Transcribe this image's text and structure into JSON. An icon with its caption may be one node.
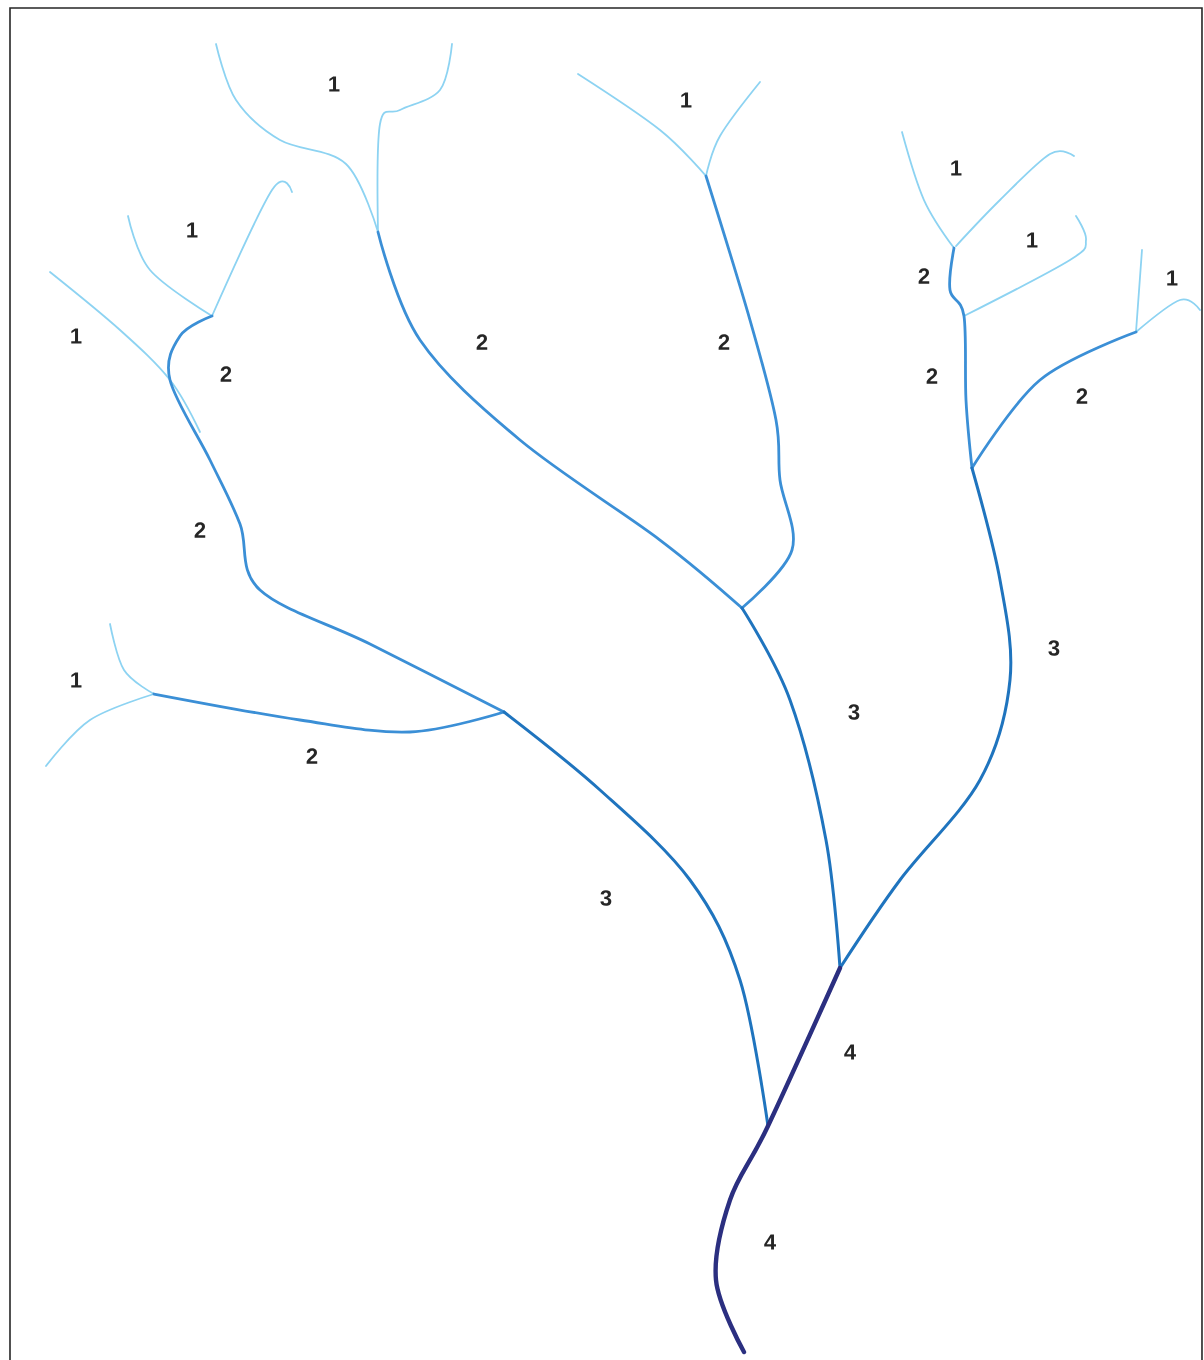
{
  "diagram": {
    "labels": [
      "1",
      "1",
      "1",
      "1",
      "1",
      "2",
      "1",
      "1",
      "2",
      "2",
      "2",
      "2",
      "2",
      "2",
      "3",
      "1",
      "3",
      "2",
      "3",
      "4",
      "4"
    ]
  }
}
